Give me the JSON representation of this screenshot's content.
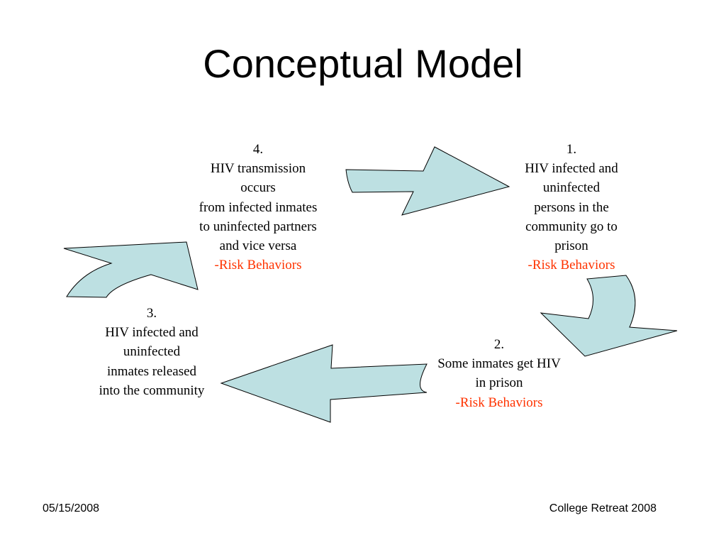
{
  "slide": {
    "title": "Conceptual Model",
    "arrow_fill": "#bde0e2",
    "risk_color": "#ff3300"
  },
  "nodes": [
    {
      "number": "1.",
      "lines": [
        "HIV infected and",
        "uninfected",
        "persons in the",
        "community go to",
        "prison"
      ],
      "risk": "-Risk Behaviors"
    },
    {
      "number": "2.",
      "lines": [
        "Some inmates get HIV",
        "in prison"
      ],
      "risk": "-Risk Behaviors"
    },
    {
      "number": "3.",
      "lines": [
        "HIV infected and",
        "uninfected",
        "inmates released",
        "into the community"
      ],
      "risk": ""
    },
    {
      "number": "4.",
      "lines": [
        "HIV transmission",
        "occurs",
        " from infected inmates",
        "to uninfected partners",
        "and vice versa"
      ],
      "risk": "-Risk Behaviors"
    }
  ],
  "footer": {
    "date": "05/15/2008",
    "event": "College Retreat 2008"
  }
}
